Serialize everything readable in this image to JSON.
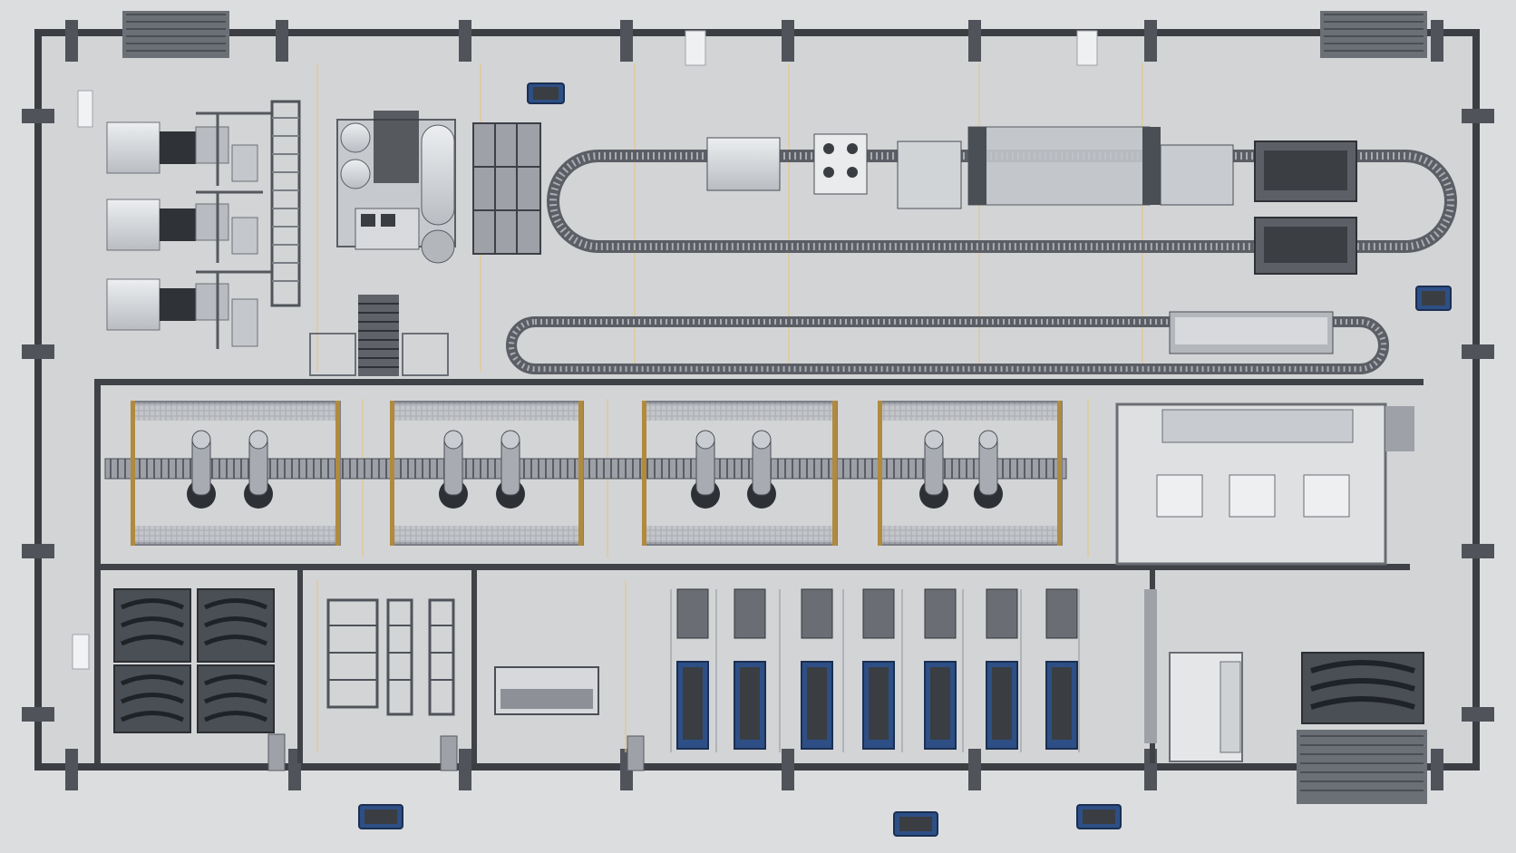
{
  "scene": {
    "description_kind": "isometric-top-down factory floor render",
    "palette": {
      "floor": "#d6d7d9",
      "wall": "#3a3d42",
      "wall_light": "#8c9096",
      "machine": "#a9adb3",
      "machine_dark": "#4a4e55",
      "fence": "#7a7f86",
      "fence_post": "#b08a3e",
      "agv_blue": "#2d4f86",
      "lane_line": "#e1c98a"
    },
    "counts": {
      "robot_cells": 4,
      "robots_per_cell": 2,
      "parking_bays": 7,
      "agvs_outside": 5
    }
  }
}
